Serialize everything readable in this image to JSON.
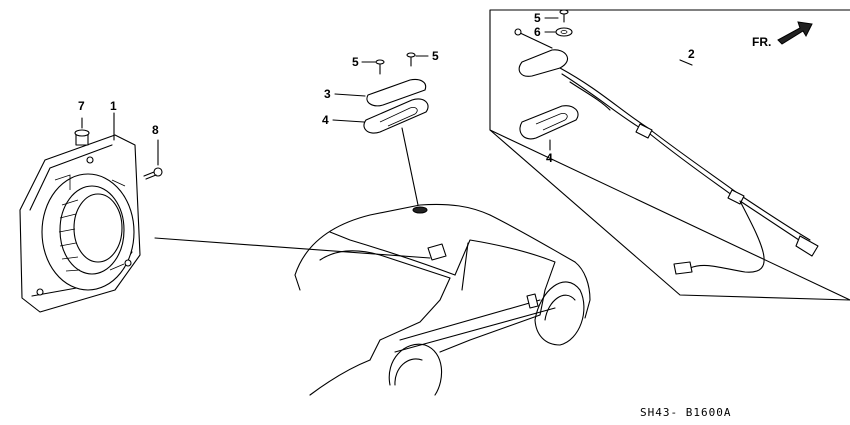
{
  "labels": {
    "p1": "1",
    "p2": "2",
    "p3": "3",
    "p4a": "4",
    "p4b": "4",
    "p5a": "5",
    "p5b": "5",
    "p5c": "5",
    "p6": "6",
    "p7": "7",
    "p8": "8"
  },
  "direction": "FR.",
  "diagram_code": "SH43- B1600A"
}
